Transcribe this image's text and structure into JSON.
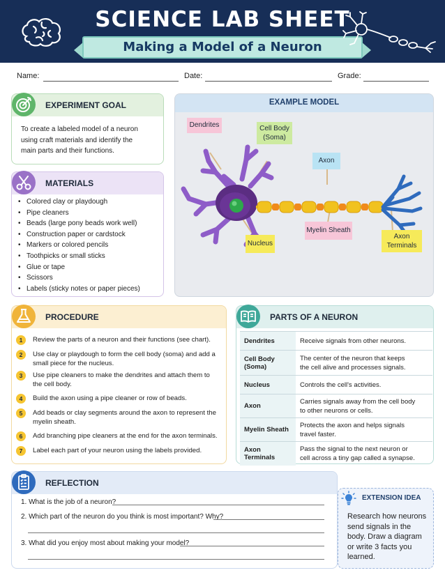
{
  "header": {
    "title": "SCIENCE LAB SHEET",
    "subtitle": "Making a Model of a Neuron"
  },
  "student_fields": {
    "name_label": "Name:",
    "date_label": "Date:",
    "grade_label": "Grade:"
  },
  "experiment_goal": {
    "heading": "EXPERIMENT GOAL",
    "lines": [
      "To create a labeled model of a neuron",
      "using craft materials and identify the",
      "main parts and their functions."
    ]
  },
  "materials": {
    "heading": "MATERIALS",
    "items": [
      "Colored clay or playdough",
      "Pipe cleaners",
      "Beads (large pony beads work well)",
      "Construction paper or cardstock",
      "Markers or colored pencils",
      "Toothpicks or small sticks",
      "Glue or tape",
      "Scissors",
      "Labels (sticky notes or paper pieces)"
    ]
  },
  "example_model": {
    "heading": "EXAMPLE MODEL",
    "labels": {
      "dendrites": "Dendrites",
      "cell_body_1": "Cell Body",
      "cell_body_2": "(Soma)",
      "axon": "Axon",
      "nucleus": "Nucleus",
      "myelin": "Myelin Sheath",
      "terminals_1": "Axon",
      "terminals_2": "Terminals"
    }
  },
  "procedure": {
    "heading": "PROCEDURE",
    "steps": [
      {
        "n": "1",
        "l1": "Review the parts of a neuron and their functions (see chart).",
        "l2": ""
      },
      {
        "n": "2",
        "l1": "Use clay or playdough to form the cell body (soma) and add a",
        "l2": "small piece for the nucleus."
      },
      {
        "n": "3",
        "l1": "Use pipe cleaners to make the dendrites and attach them to",
        "l2": "the cell body."
      },
      {
        "n": "4",
        "l1": "Build the axon using a pipe cleaner or row of beads.",
        "l2": ""
      },
      {
        "n": "5",
        "l1": "Add beads or clay segments around the axon to represent the",
        "l2": "myelin sheath."
      },
      {
        "n": "6",
        "l1": "Add branching pipe cleaners at the end for the axon terminals.",
        "l2": ""
      },
      {
        "n": "7",
        "l1": "Label each part of your neuron using the labels provided.",
        "l2": ""
      }
    ]
  },
  "parts": {
    "heading": "PARTS OF A NEURON",
    "rows": [
      {
        "t1": "Dendrites",
        "t2": "",
        "d1": "Receive signals from other neurons.",
        "d2": ""
      },
      {
        "t1": "Cell Body",
        "t2": "(Soma)",
        "d1": "The center of the neuron that keeps",
        "d2": "the cell alive and processes signals."
      },
      {
        "t1": "Nucleus",
        "t2": "",
        "d1": "Controls the cell's activities.",
        "d2": ""
      },
      {
        "t1": "Axon",
        "t2": "",
        "d1": "Carries signals away from the cell body",
        "d2": "to other neurons or cells."
      },
      {
        "t1": "Myelin Sheath",
        "t2": "",
        "d1": "Protects the axon and helps signals",
        "d2": "travel faster."
      },
      {
        "t1": "Axon Terminals",
        "t2": "",
        "d1": "Pass the signal to the next neuron or",
        "d2": "cell across a tiny gap called a synapse."
      }
    ]
  },
  "reflection": {
    "heading": "REFLECTION",
    "q1": "1. What is the job of a neuron?",
    "q2": "2. Which part of the neuron do you think is most important? Why?",
    "q3": "3. What did you enjoy most about making your model?"
  },
  "extension": {
    "heading": "EXTENSION IDEA",
    "lines": [
      "Research how neurons",
      "send signals in the",
      "body. Draw a diagram",
      "or write 3 facts you",
      "learned."
    ]
  },
  "colors": {
    "navy": "#172e57",
    "teal": "#3fa899",
    "green": "#5fb56a",
    "purple": "#9a72c7",
    "orange": "#f0b43a",
    "blue": "#2f6bbd"
  }
}
